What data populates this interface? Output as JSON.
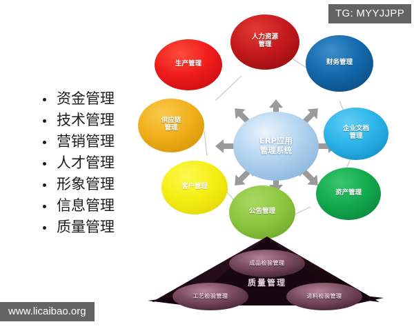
{
  "badge": {
    "tg_label": "TG: MYYJJPP"
  },
  "watermark": {
    "url": "www.licaibao.org"
  },
  "bullets": {
    "items": [
      {
        "label": "资金管理"
      },
      {
        "label": "技术管理"
      },
      {
        "label": "营销管理"
      },
      {
        "label": "人才管理"
      },
      {
        "label": "形象管理"
      },
      {
        "label": "信息管理"
      },
      {
        "label": "质量管理"
      }
    ]
  },
  "diagram": {
    "center": {
      "label": "ERP应用\n管理系统",
      "color": "#9fc6e8"
    },
    "nodes": [
      {
        "key": "hr",
        "label": "人力资源\n管理",
        "color": "#c4191c"
      },
      {
        "key": "finance",
        "label": "财务管理",
        "color": "#1368ab"
      },
      {
        "key": "document",
        "label": "企业文档\n管理",
        "color": "#2bb3e8"
      },
      {
        "key": "asset",
        "label": "资产管理",
        "color": "#13a94e"
      },
      {
        "key": "notice",
        "label": "公告管理",
        "color": "#8dc63f"
      },
      {
        "key": "customer",
        "label": "客户管理",
        "color": "#f5ee12"
      },
      {
        "key": "supply",
        "label": "供应链\n管理",
        "color": "#f0b01c"
      },
      {
        "key": "produce",
        "label": "生产管理",
        "color": "#ee1c1c"
      }
    ],
    "arrow_color": "#9a9a9a"
  },
  "pyramid": {
    "main_label": "质量管理",
    "base_color": "#1a0a12",
    "node_color": "#8c5f73",
    "nodes": [
      {
        "key": "finished",
        "label": "成品检验管理"
      },
      {
        "key": "process",
        "label": "工艺检验管理"
      },
      {
        "key": "incoming",
        "label": "进料检验管理"
      }
    ]
  }
}
